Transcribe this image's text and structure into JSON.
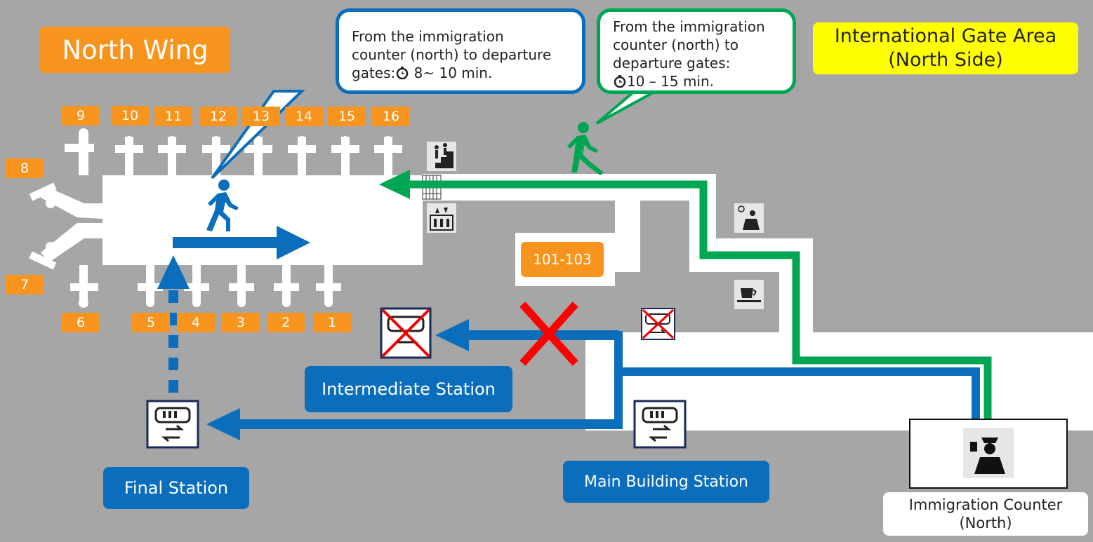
{
  "wing_title": "North Wing",
  "area_title_line1": "International Gate Area",
  "area_title_line2": "(North Side)",
  "bubble_blue": {
    "line1": "From the immigration",
    "line2": "counter (north) to departure",
    "line3_prefix": "gates:",
    "line3_suffix": " 8~ 10 min."
  },
  "bubble_green": {
    "line1": "From the immigration",
    "line2": "counter (north) to",
    "line3": "departure gates:",
    "line4_suffix": "10 – 15 min."
  },
  "gates_top": [
    "9",
    "10",
    "11",
    "12",
    "13",
    "14",
    "15",
    "16"
  ],
  "gates_bottom": [
    "6",
    "5",
    "4",
    "3",
    "2",
    "1"
  ],
  "gates_side": [
    "8",
    "7"
  ],
  "lounge_gates": "101-103",
  "stations": {
    "intermediate": "Intermediate Station",
    "final": "Final Station",
    "main": "Main Building Station"
  },
  "immigration": {
    "line1": "Immigration Counter",
    "line2": "(North)"
  },
  "icons": [
    "walker-blue-icon",
    "walker-green-icon",
    "stairs-icon",
    "elevator-icon",
    "lounge-icon",
    "cafe-icon",
    "train-icon",
    "train-closed-icon",
    "officer-icon",
    "clock-icon",
    "closed-x-icon"
  ],
  "colors": {
    "background": "#a6a6a6",
    "walkway": "#ffffff",
    "orange": "#f7941d",
    "blue_route": "#0a6ebd",
    "green_route": "#00a651",
    "yellow": "#ffff00",
    "closed_red": "#ff0000"
  }
}
